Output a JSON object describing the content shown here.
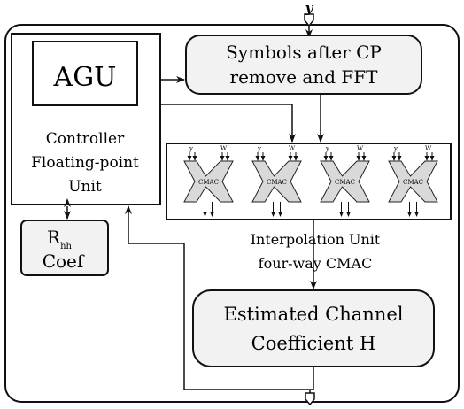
{
  "input_label": "y",
  "agu_label": "AGU",
  "controller": {
    "line1": "Controller",
    "line2": "Floating-point",
    "line3": "Unit"
  },
  "symbols_box": {
    "line1": "Symbols after CP",
    "line2": "remove and FFT"
  },
  "rhh": {
    "main": "R",
    "subscript": "hh",
    "line2": "Coef"
  },
  "cmac": {
    "label": "CMAC",
    "port_left": "y",
    "port_right": "W",
    "units": [
      {
        "label": "CMAC"
      },
      {
        "label": "CMAC"
      },
      {
        "label": "CMAC"
      },
      {
        "label": "CMAC"
      }
    ]
  },
  "interp": {
    "line1": "Interpolation Unit",
    "line2": "four-way CMAC"
  },
  "estimated": {
    "line1": "Estimated Channel",
    "line2": "Coefficient H"
  }
}
